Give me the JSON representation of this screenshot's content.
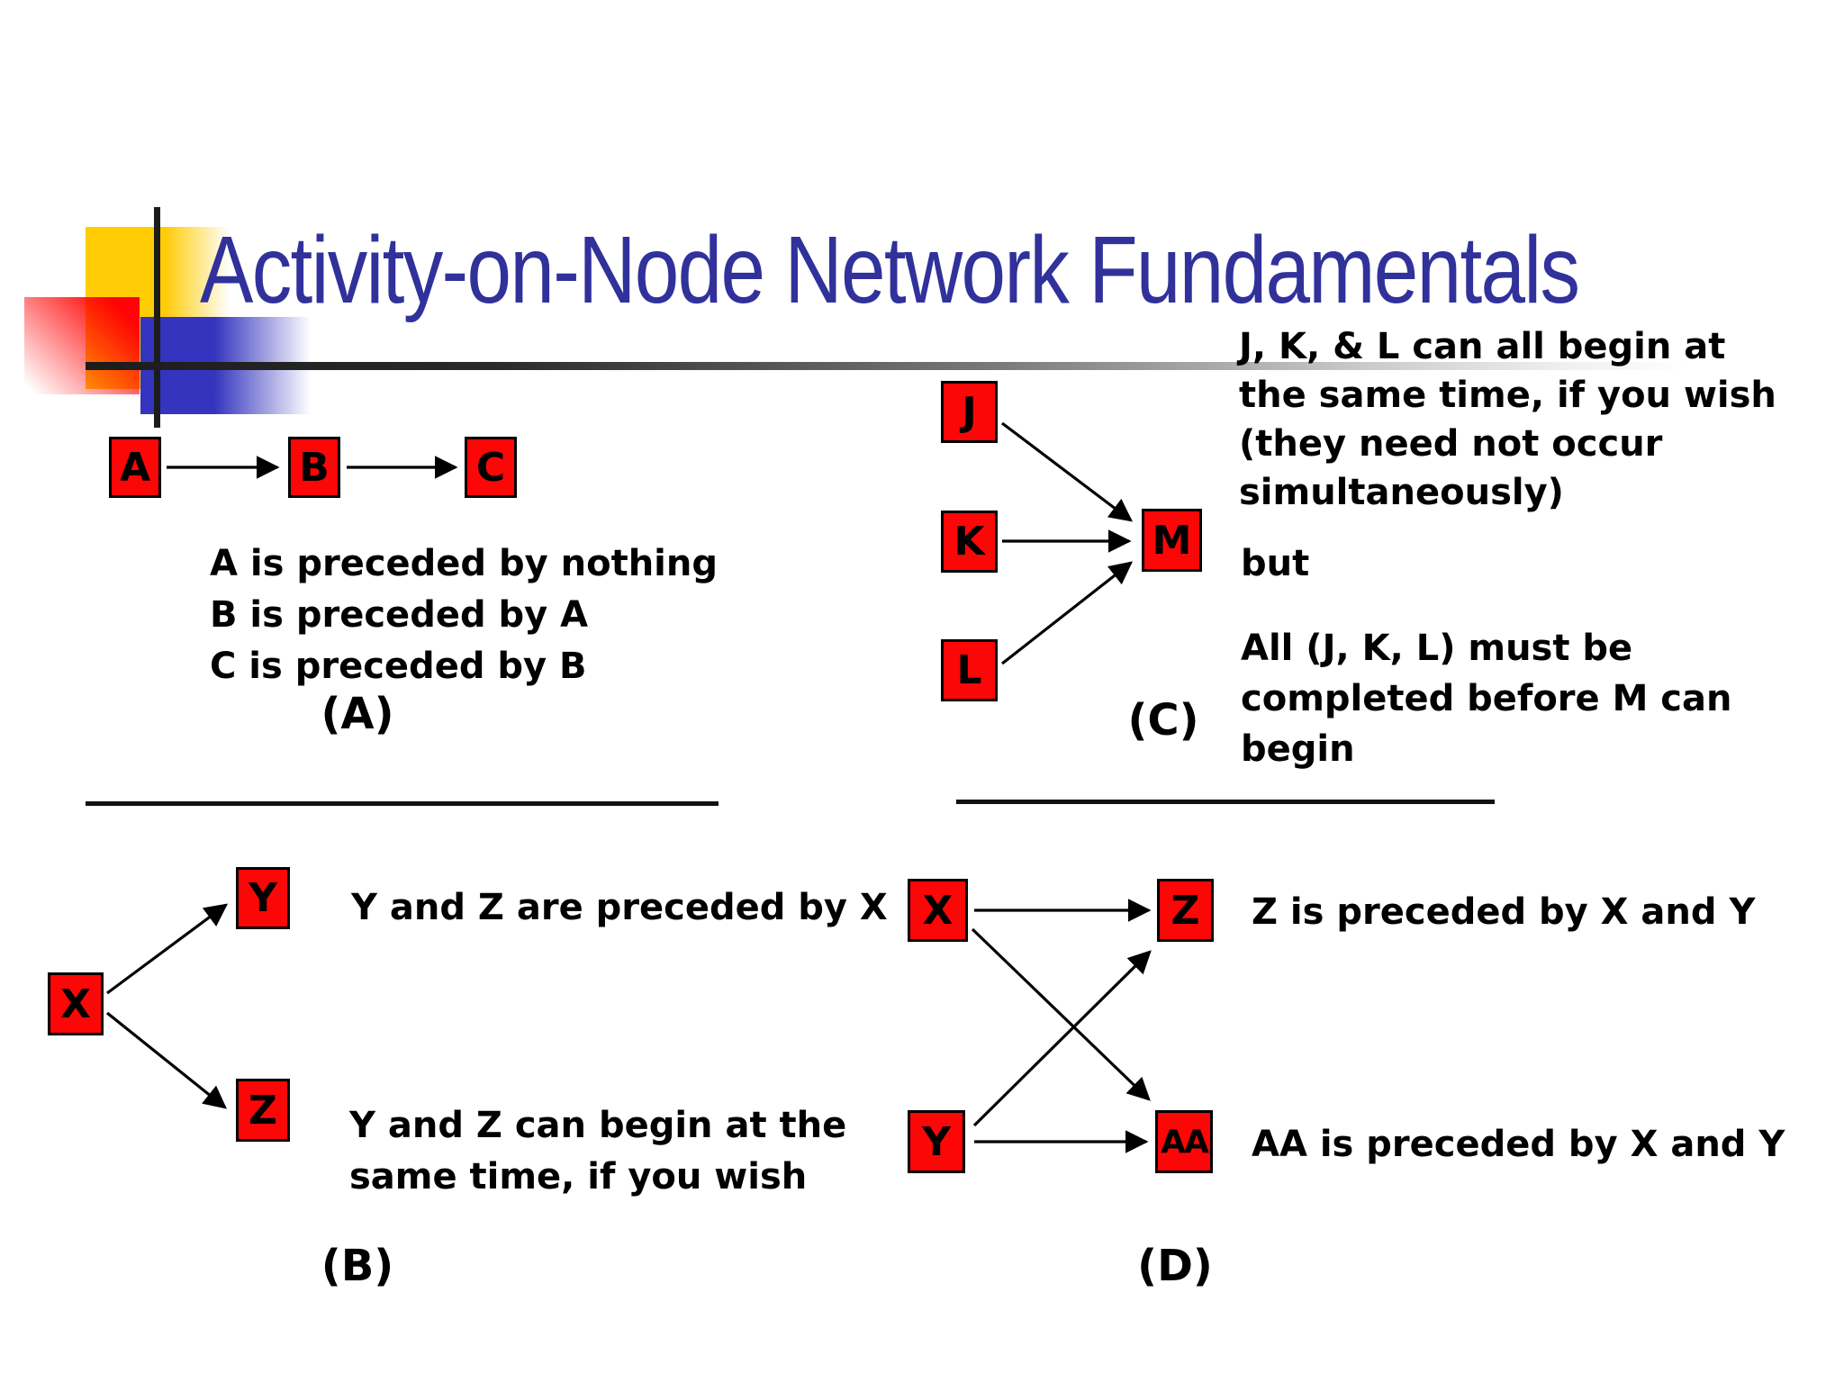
{
  "title": "Activity-on-Node Network Fundamentals",
  "colors": {
    "title_blue": "#31319B",
    "node_fill": "#FB0707",
    "node_border": "#000000",
    "decoration_yellow": "#FFCC05",
    "decoration_red": "#FF0404",
    "decoration_blue": "#3434BE"
  },
  "sections": {
    "a": {
      "label": "(A)",
      "nodes": [
        {
          "label": "A"
        },
        {
          "label": "B"
        },
        {
          "label": "C"
        }
      ],
      "caption_lines": [
        "A is preceded by nothing",
        "B is preceded by A",
        "C is preceded by B"
      ]
    },
    "c": {
      "label": "(C)",
      "nodes": [
        {
          "label": "J"
        },
        {
          "label": "K"
        },
        {
          "label": "L"
        },
        {
          "label": "M"
        }
      ],
      "note_top_lines": [
        "J, K, & L can all begin at",
        "the same time, if you wish",
        "(they need not occur",
        "simultaneously)"
      ],
      "note_mid": "but",
      "note_bottom_lines": [
        "All (J, K, L) must be",
        "completed before M can",
        "begin"
      ]
    },
    "b": {
      "label": "(B)",
      "nodes": [
        {
          "label": "X"
        },
        {
          "label": "Y"
        },
        {
          "label": "Z"
        }
      ],
      "caption_top": "Y and Z are preceded by X",
      "caption_bottom_lines": [
        "Y and Z can begin at the",
        "same time, if you wish"
      ]
    },
    "d": {
      "label": "(D)",
      "nodes": [
        {
          "label": "X"
        },
        {
          "label": "Z"
        },
        {
          "label": "Y"
        },
        {
          "label": "AA"
        }
      ],
      "caption_z": "Z is preceded by X and Y",
      "caption_aa": "AA is preceded by X and Y"
    }
  }
}
